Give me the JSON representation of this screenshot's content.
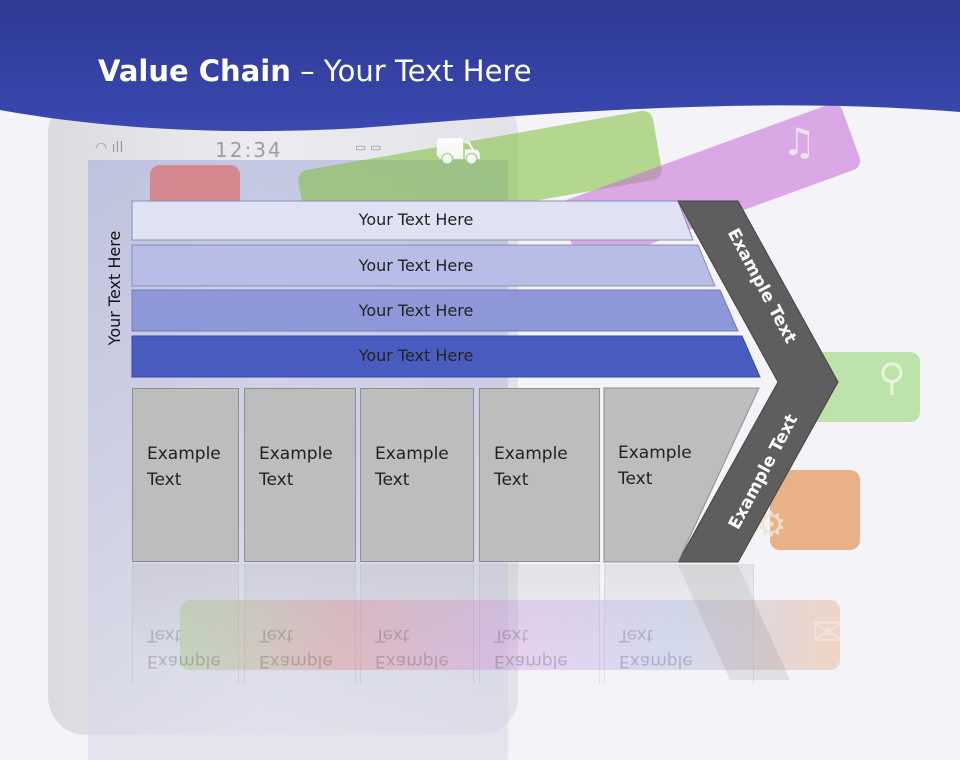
{
  "title": {
    "bold": "Value Chain",
    "rest": " – Your Text Here"
  },
  "vertical_label": "Your Text Here",
  "bars": [
    {
      "label": "Your Text Here",
      "color": "#dfe2f3"
    },
    {
      "label": "Your Text Here",
      "color": "#b7bde6"
    },
    {
      "label": "Your Text Here",
      "color": "#8e98d8"
    },
    {
      "label": "Your Text Here",
      "color": "#4a5cc0"
    }
  ],
  "boxes": [
    {
      "line1": "Example",
      "line2": "Text"
    },
    {
      "line1": "Example",
      "line2": "Text"
    },
    {
      "line1": "Example",
      "line2": "Text"
    },
    {
      "line1": "Example",
      "line2": "Text"
    },
    {
      "line1": "Example",
      "line2": "Text"
    }
  ],
  "chevron": {
    "upper_label": "Example Text",
    "lower_label": "Example Text",
    "color": "#5e5e5e"
  },
  "background_status": {
    "clock": "12:34"
  },
  "colors": {
    "header": "#2f3a95",
    "header_light": "#3a48b0"
  }
}
